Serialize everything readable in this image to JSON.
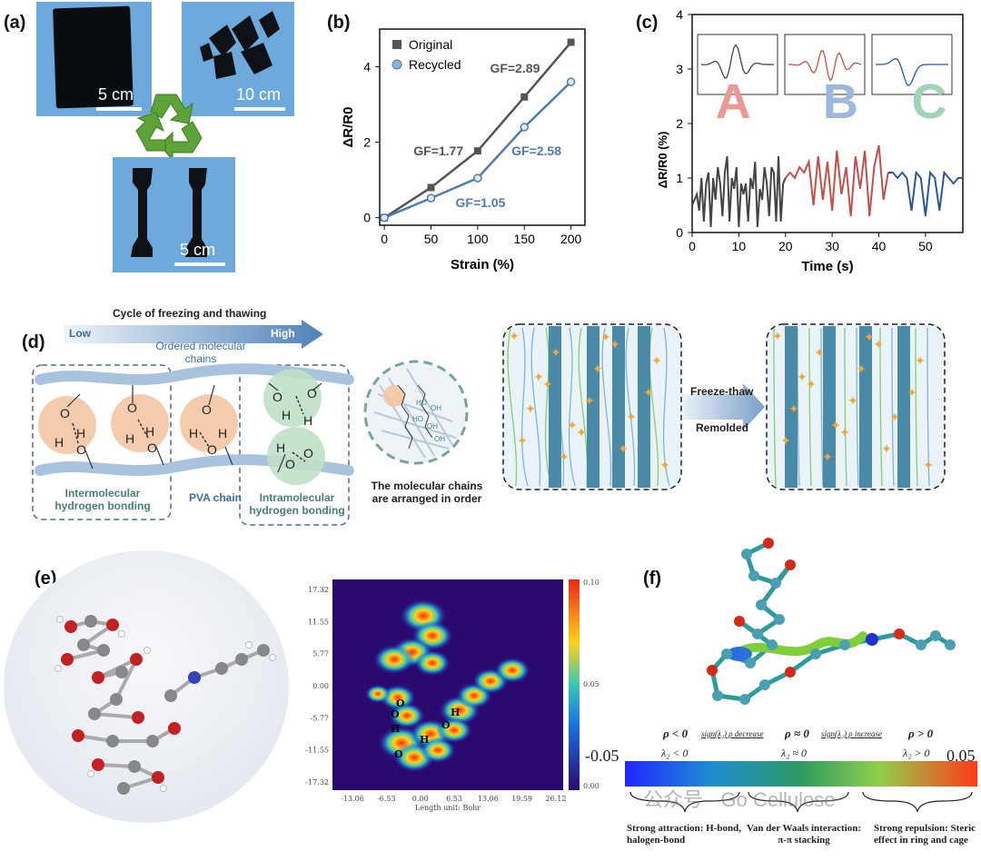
{
  "panel_labels": {
    "a": "(a)",
    "b": "(b)",
    "c": "(c)",
    "d": "(d)",
    "e": "(e)",
    "f": "(f)"
  },
  "panel_a": {
    "scale1": "5 cm",
    "scale2": "10 cm",
    "scale3": "5 cm",
    "recycle_icon": "recycle-icon"
  },
  "chart_data": [
    {
      "type": "line",
      "panel": "b",
      "xlabel": "Strain (%)",
      "ylabel": "ΔR/R0",
      "xlim": [
        -5,
        215
      ],
      "ylim": [
        -0.2,
        5.0
      ],
      "xticks": [
        0,
        50,
        100,
        150,
        200
      ],
      "yticks": [
        0,
        2,
        4
      ],
      "legend": "top-left",
      "series": [
        {
          "name": "Original",
          "x": [
            0,
            50,
            100,
            150,
            200
          ],
          "y": [
            0,
            0.8,
            1.77,
            3.2,
            4.65
          ],
          "color": "#555555"
        },
        {
          "name": "Recycled",
          "x": [
            0,
            50,
            100,
            150,
            200
          ],
          "y": [
            0,
            0.52,
            1.05,
            2.4,
            3.6
          ],
          "color": "#4f7cac"
        }
      ],
      "annotations": [
        {
          "text": "GF=1.77",
          "x": 58,
          "y": 1.65,
          "color": "#555555"
        },
        {
          "text": "GF=2.89",
          "x": 140,
          "y": 3.85,
          "color": "#555555"
        },
        {
          "text": "GF=1.05",
          "x": 103,
          "y": 0.28,
          "color": "#4f7cac"
        },
        {
          "text": "GF=2.58",
          "x": 163,
          "y": 1.65,
          "color": "#4f7cac"
        }
      ]
    },
    {
      "type": "line",
      "panel": "c",
      "xlabel": "Time (s)",
      "ylabel": "ΔR/R0 (%)",
      "xlim": [
        0,
        58
      ],
      "ylim": [
        0,
        4
      ],
      "xticks": [
        0,
        10,
        20,
        30,
        40,
        50
      ],
      "yticks": [
        0,
        1,
        2,
        3,
        4
      ],
      "letters": [
        "A",
        "B",
        "C"
      ],
      "series": [
        {
          "name": "A",
          "color": "#444444",
          "x": [
            0,
            1,
            1.5,
            2,
            2.5,
            3,
            3.5,
            4,
            4.5,
            5,
            5.5,
            6,
            6.5,
            7,
            7.5,
            8,
            8.5,
            9,
            9.5,
            10,
            10.5,
            11,
            11.5,
            12,
            12.5,
            13,
            13.5,
            14,
            14.5,
            15,
            15.5,
            16,
            16.5,
            17,
            17.5,
            18,
            18.5,
            19,
            19.5,
            20
          ],
          "y": [
            0.5,
            0.7,
            0.4,
            1.0,
            0.2,
            0.9,
            1.1,
            0.1,
            1.0,
            0.6,
            1.2,
            0.9,
            0.3,
            1.1,
            1.4,
            0.2,
            1.0,
            0.8,
            1.2,
            0.1,
            0.9,
            0.7,
            0.9,
            0.2,
            1.0,
            0.8,
            1.3,
            0.1,
            0.8,
            0.6,
            1.2,
            0.9,
            0.3,
            1.2,
            1.1,
            0.2,
            1.4,
            0.2,
            0.9,
            1.0
          ]
        },
        {
          "name": "B",
          "color": "#c0504d",
          "x": [
            20,
            21,
            22,
            23,
            24,
            25,
            26,
            27,
            28,
            29,
            30,
            31,
            32,
            33,
            34,
            35,
            36,
            37,
            38,
            39,
            40,
            41,
            42
          ],
          "y": [
            1.0,
            1.1,
            1.0,
            1.2,
            1.1,
            1.3,
            0.5,
            1.4,
            0.6,
            1.3,
            0.4,
            1.5,
            0.7,
            1.2,
            0.3,
            1.4,
            0.8,
            1.5,
            0.3,
            1.2,
            1.6,
            0.6,
            1.1
          ]
        },
        {
          "name": "C",
          "color": "#2f5597",
          "x": [
            42,
            43,
            44,
            45,
            46,
            47,
            48,
            49,
            50,
            51,
            52,
            53,
            54,
            55,
            56,
            57,
            58
          ],
          "y": [
            1.1,
            1.1,
            1.0,
            1.1,
            1.0,
            0.4,
            1.1,
            1.0,
            0.3,
            1.1,
            1.0,
            0.4,
            1.1,
            1.0,
            0.9,
            1.0,
            1.0
          ]
        }
      ]
    },
    {
      "type": "heatmap",
      "panel": "e",
      "xlabel": "Length unit: Bohr",
      "xticks": [
        "-13.06",
        "-6.53",
        "0.00",
        "6.53",
        "13.06",
        "19.59",
        "26.12"
      ],
      "yticks": [
        "17.32",
        "11.55",
        "5.77",
        "0.00",
        "-5.77",
        "-11.55",
        "-17.32"
      ],
      "colorbar_ticks": [
        "0.100",
        "0.050",
        "0.000"
      ],
      "atom_labels": [
        "H",
        "O",
        "H",
        "O",
        "H",
        "O",
        "O"
      ]
    }
  ],
  "panel_d": {
    "arrow_title": "Cycle of freezing and thawing",
    "arrow_low": "Low",
    "arrow_high": "High",
    "ordered": "Ordered molecular chains",
    "inter": "Intermolecular hydrogen bonding",
    "pva": "PVA chain",
    "intra": "Intramolecular hydrogen bonding",
    "caption": "The molecular chains are arranged in order",
    "freeze": "Freeze-thaw",
    "remolded": "Remolded",
    "atoms": {
      "o": "O",
      "h": "H",
      "ho": "HO",
      "oh": "OH"
    }
  },
  "panel_f": {
    "rho_neg": "ρ < 0",
    "rho_dec": "sign(λ₂) ρ decrease",
    "rho_zero": "ρ ≈ 0",
    "rho_inc": "sign(λ₂) ρ increase",
    "rho_pos": "ρ > 0",
    "scale_min": "-0.05",
    "scale_max": "0.05",
    "lam_neg": "λ₂ < 0",
    "lam_zero": "λ₂ ≈ 0",
    "lam_pos": "λ₂ > 0",
    "strong_att": "Strong attraction: H-bond, halogen-bond",
    "vdw": "Van der Waals interaction: π-π stacking",
    "strong_rep": "Strong repulsion: Steric effect in ring and cage"
  },
  "watermark": "公众号 · Go Cellulose",
  "colors": {
    "blue": "#4f7cac",
    "gray": "#555555",
    "red": "#c0504d",
    "navy": "#2f5597"
  }
}
